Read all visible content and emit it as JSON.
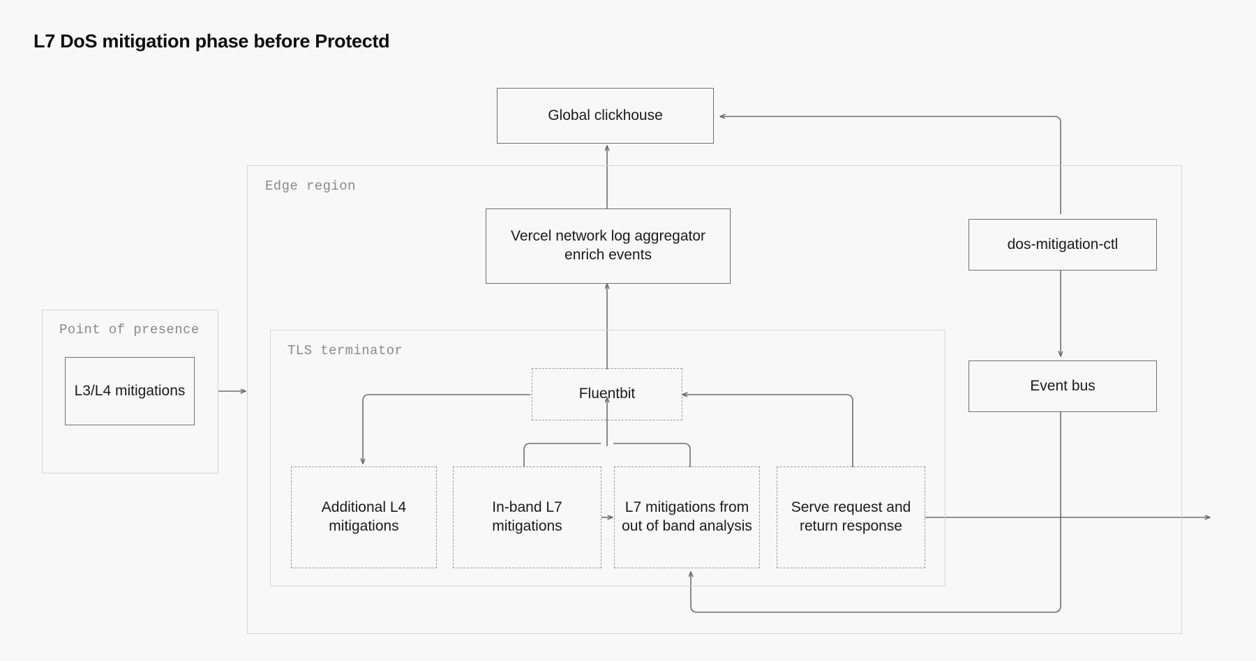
{
  "page": {
    "title": "L7 DoS mitigation phase before Protectd",
    "background_color": "#f8f8f8",
    "stroke_color": "#6e6e6e",
    "group_stroke_color": "#d6d6d6",
    "dashed_stroke_color": "#9a9a9a",
    "text_color": "#1a1a1a",
    "label_color": "#8a8a8a"
  },
  "groups": {
    "pop": {
      "label": "Point of presence"
    },
    "edge_region": {
      "label": "Edge region"
    },
    "tls_terminator": {
      "label": "TLS terminator"
    }
  },
  "nodes": {
    "global_clickhouse": {
      "label": "Global clickhouse"
    },
    "vercel_log_aggregator": {
      "label": "Vercel network log aggregator enrich events"
    },
    "dos_mitigation_ctl": {
      "label": "dos-mitigation-ctl"
    },
    "event_bus": {
      "label": "Event bus"
    },
    "l3_l4_mitigations": {
      "label": "L3/L4 mitigations"
    },
    "fluentbit": {
      "label": "Fluentbit"
    },
    "additional_l4_mitigations": {
      "label": "Additional L4 mitigations"
    },
    "in_band_l7_mitigations": {
      "label": "In-band L7 mitigations"
    },
    "l7_out_of_band": {
      "label": "L7 mitigations from out of band analysis"
    },
    "serve_request": {
      "label": "Serve request and return response"
    }
  }
}
